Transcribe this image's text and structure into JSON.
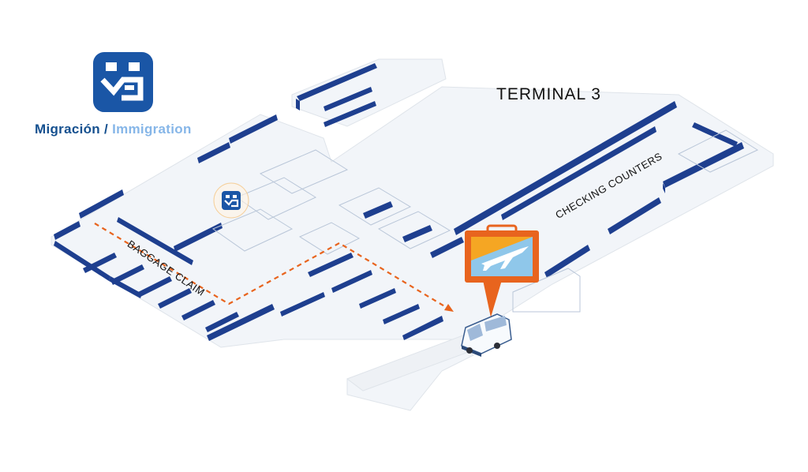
{
  "legend": {
    "icon": "immigration-officer-icon",
    "label_es": "Migración",
    "separator": " / ",
    "label_en": "Immigration",
    "colors": {
      "primary": "#15508f",
      "secondary": "#86b6e8"
    }
  },
  "map": {
    "terminal_title": "TERMINAL 3",
    "area_labels": {
      "baggage_claim": "BAGGAGE CLAIM",
      "checking_counters": "CHECKING COUNTERS"
    },
    "markers": {
      "immigration": "immigration-marker-icon",
      "destination": "airport-shuttle-pin-icon",
      "vehicle": "shuttle-van-icon"
    },
    "route": {
      "style": "dashed",
      "color": "#e8641e"
    },
    "colors": {
      "walls": "#1e3f8f",
      "floor": "#eef3f8",
      "pin": "#e8641e",
      "pin_inner": "#f5a623",
      "sky": "#8fc7ea"
    }
  }
}
